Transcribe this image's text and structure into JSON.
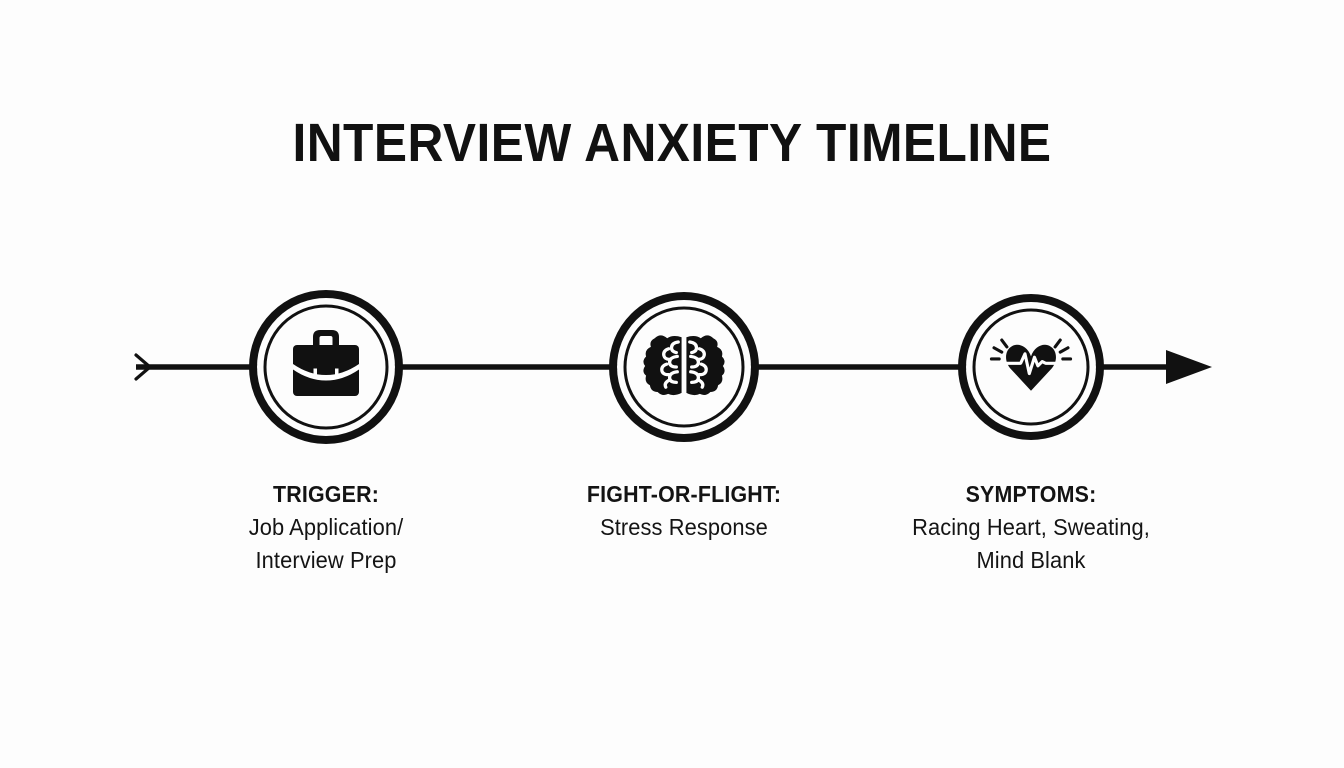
{
  "page": {
    "title": "INTERVIEW ANXIETY TIMELINE",
    "background_color": "#fdfdfd",
    "ink_color": "#111111"
  },
  "timeline": {
    "orientation": "horizontal",
    "start_marker": "open-chevron-right",
    "end_marker": "filled-arrowhead-right",
    "stages": [
      {
        "icon": "briefcase-icon",
        "heading": "TRIGGER:",
        "lines": [
          "Job Application/",
          "Interview Prep"
        ]
      },
      {
        "icon": "brain-icon",
        "heading": "FIGHT-OR-FLIGHT:",
        "lines": [
          "Stress Response"
        ]
      },
      {
        "icon": "heartbeat-icon",
        "heading": "SYMPTOMS:",
        "lines": [
          "Racing Heart, Sweating,",
          "Mind Blank"
        ]
      }
    ]
  }
}
